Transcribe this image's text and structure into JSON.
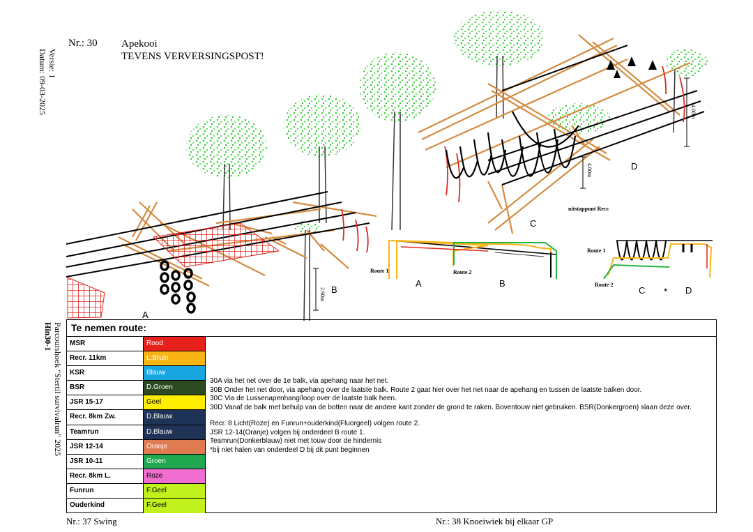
{
  "header": {
    "nr": "Nr.: 30",
    "name": "Apekooi",
    "subtitle": "TEVENS VERVERSINGSPOST!"
  },
  "side": {
    "versie": "Versie: 1",
    "datum": "Datum: 09-03-2025",
    "book": "Parcourshoek \"Stertil survivalrun\" 2025",
    "hind": "Hin30-1"
  },
  "labels": {
    "a1": "A",
    "b1": "B",
    "c1": "C",
    "d1": "D",
    "route1_a": "Route 1",
    "route2_b": "Route 2",
    "a2": "A",
    "b2": "B",
    "route1_c": "Route 1",
    "route2_c": "Route 2",
    "c2": "C",
    "star": "*",
    "d2": "D",
    "h290": "2.90m",
    "h400a": "4.00m",
    "h400b": "4.00m",
    "uitstap": "uitstappunt Recr."
  },
  "routes": {
    "heading": "Te nemen route:",
    "rows": [
      {
        "name": "MSR",
        "color_name": "Rood",
        "bg": "#e8211d",
        "fg": "#ffffff"
      },
      {
        "name": "Recr. 11km",
        "color_name": "L.Bruin",
        "bg": "#fbb416",
        "fg": "#ffffff"
      },
      {
        "name": "KSR",
        "color_name": "Blauw",
        "bg": "#18a6e0",
        "fg": "#ffffff"
      },
      {
        "name": "BSR",
        "color_name": "D.Groen",
        "bg": "#2e4a23",
        "fg": "#ffffff"
      },
      {
        "name": "JSR 15-17",
        "color_name": "Geel",
        "bg": "#ffee00",
        "fg": "#000000"
      },
      {
        "name": "Recr. 8km Zw.",
        "color_name": "D.Blauw",
        "bg": "#1f3356",
        "fg": "#ffffff"
      },
      {
        "name": "Teamrun",
        "color_name": "D.Blauw",
        "bg": "#1f3356",
        "fg": "#ffffff"
      },
      {
        "name": "JSR 12-14",
        "color_name": "Oranje",
        "bg": "#e07a50",
        "fg": "#ffffff"
      },
      {
        "name": "JSR 10-11",
        "color_name": "Groen",
        "bg": "#1fa84f",
        "fg": "#ffffff"
      },
      {
        "name": "Recr. 8km L.",
        "color_name": "Roze",
        "bg": "#ef6ed0",
        "fg": "#000000"
      },
      {
        "name": "Funrun",
        "color_name": "F.Geel",
        "bg": "#c2f21d",
        "fg": "#000000"
      },
      {
        "name": "Ouderkind",
        "color_name": "F.Geel",
        "bg": "#c2f21d",
        "fg": "#000000"
      }
    ],
    "desc": [
      "30A via het net over de 1e balk, via apehang naar het net.",
      "30B Onder het net door, via apehang over de laatste balk. Route 2 gaat hier over het net naar de apehang en tussen de laatste balken door.",
      "30C Via de Lussenapenhang/loop over de laatste balk heen.",
      "30D Vanaf de balk met behulp van de botten naar de andere kant zonder de grond te raken. Boventouw niet gebruiken. BSR(Donkergroen) slaan deze over."
    ],
    "notes": [
      "Recr. 8 Licht(Roze) en Funrun+ouderkind(Fluorgeel) volgen route 2.",
      "JSR 12-14(Oranje) volgen bij onderdeel B route 1.",
      "Teamrun(Donkerblauw) niet met touw door de hindernis",
      "*bij niet halen van onderdeel D bij dit punt beginnen"
    ]
  },
  "footer": {
    "left": "Nr.: 37 Swing",
    "right": "Nr.: 38 Knoeiwiek bij elkaar GP"
  }
}
